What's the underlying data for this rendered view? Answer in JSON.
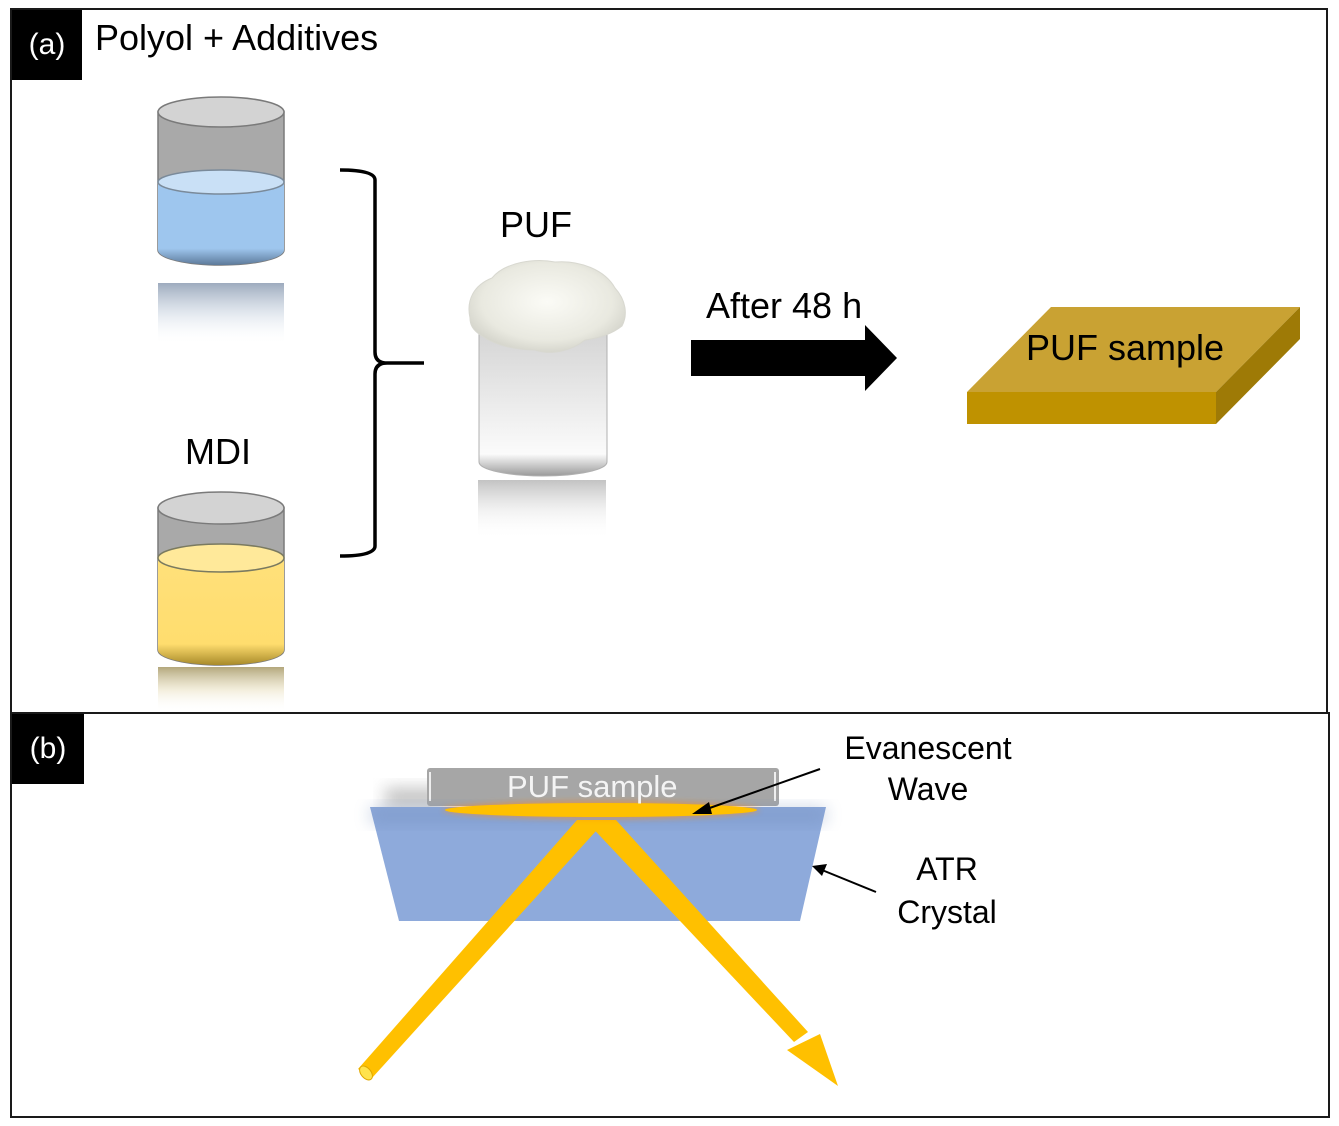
{
  "panel_a": {
    "tag": "(a)",
    "polyol_label": "Polyol + Additives",
    "mdi_label": "MDI",
    "puf_label": "PUF",
    "arrow_label": "After 48 h",
    "slab_label": "PUF sample",
    "colors": {
      "polyol_liquid": "#9ec6ee",
      "mdi_liquid": "#ffe07a",
      "beaker_gray": "#a9a9a9",
      "slab_top": "#c9a233",
      "slab_front": "#bf9200",
      "slab_side": "#9e7a06"
    }
  },
  "panel_b": {
    "tag": "(b)",
    "sample_label": "PUF sample",
    "evanescent_label_line1": "Evanescent",
    "evanescent_label_line2": "Wave",
    "crystal_label_line1": "ATR",
    "crystal_label_line2": "Crystal",
    "colors": {
      "crystal": "#8eaadb",
      "beam": "#ffc000",
      "sample": "#a6a6a6"
    }
  }
}
